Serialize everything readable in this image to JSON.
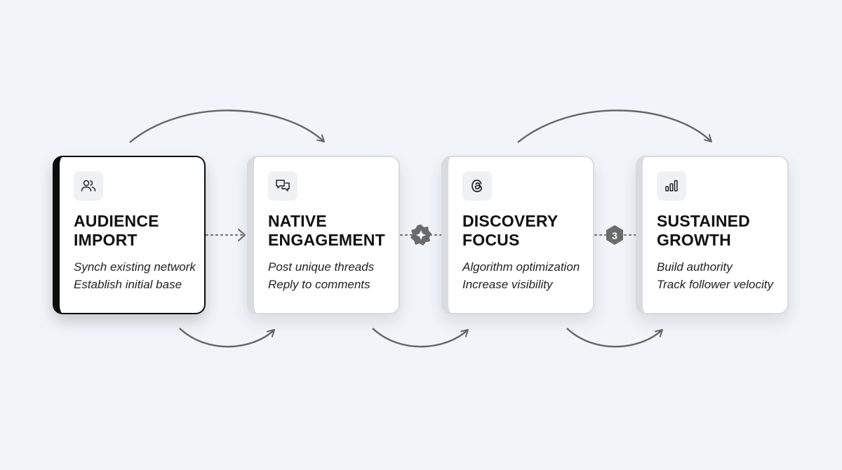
{
  "steps": [
    {
      "title": "AUDIENCE IMPORT",
      "line1": "Synch existing network",
      "line2": "Establish initial base",
      "icon": "users-icon",
      "active": true
    },
    {
      "title": "NATIVE ENGAGEMENT",
      "line1": "Post unique threads",
      "line2": "Reply to comments",
      "icon": "chat-bubbles-icon",
      "active": false
    },
    {
      "title": "DISCOVERY FOCUS",
      "line1": "Algorithm optimization",
      "line2": "Increase visibility",
      "icon": "threads-logo-icon",
      "active": false
    },
    {
      "title": "SUSTAINED GROWTH",
      "line1": "Build authority",
      "line2": "Track follower velocity",
      "icon": "bar-chart-icon",
      "active": false
    }
  ],
  "badges": {
    "sparkle": "sparkle-badge-icon",
    "number_label": "3"
  },
  "colors": {
    "background": "#f1f4f8",
    "card": "#ffffff",
    "card_border": "#d9dbde",
    "active_border": "#0c0c0c",
    "connector": "#666666",
    "badge": "#6b6b6b"
  }
}
